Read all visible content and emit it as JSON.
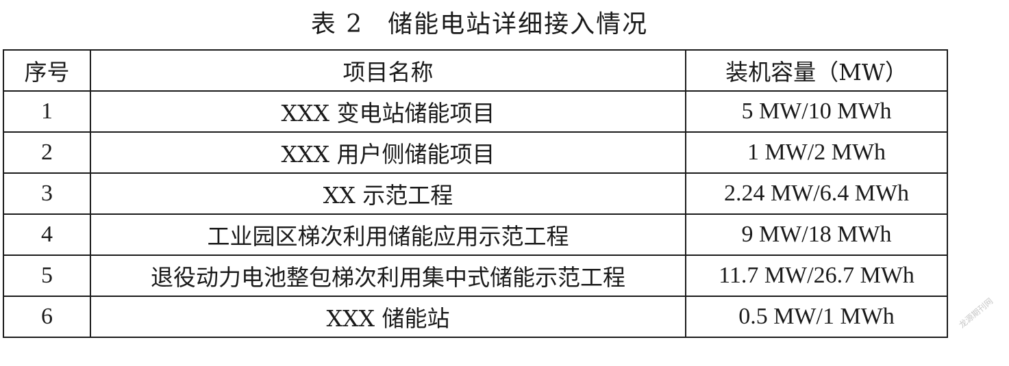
{
  "caption": {
    "number": "表 2",
    "title": "储能电站详细接入情况"
  },
  "table": {
    "headers": [
      "序号",
      "项目名称",
      "装机容量（MW）"
    ],
    "rows": [
      {
        "index": "1",
        "name": "XXX 变电站储能项目",
        "capacity": "5 MW/10 MWh"
      },
      {
        "index": "2",
        "name": "XXX 用户侧储能项目",
        "capacity": "1 MW/2 MWh"
      },
      {
        "index": "3",
        "name": "XX 示范工程",
        "capacity": "2.24 MW/6.4 MWh"
      },
      {
        "index": "4",
        "name": "工业园区梯次利用储能应用示范工程",
        "capacity": "9 MW/18 MWh"
      },
      {
        "index": "5",
        "name": "退役动力电池整包梯次利用集中式储能示范工程",
        "capacity": "11.7 MW/26.7 MWh"
      },
      {
        "index": "6",
        "name": "XXX 储能站",
        "capacity": "0.5 MW/1 MWh"
      }
    ]
  },
  "watermark": "龙源期刊网"
}
